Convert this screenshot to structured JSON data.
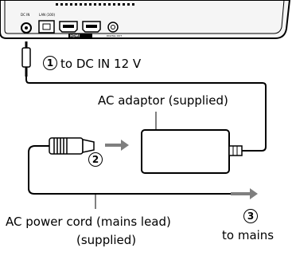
{
  "device": {
    "port_dc_label": "DC IN",
    "port_lan_label": "LAN (100)",
    "port_hdmi_label": "HDMI",
    "port_coax_label": "DIGITAL OUT"
  },
  "steps": [
    {
      "number": "1",
      "text": "to DC IN 12 V"
    },
    {
      "number": "2",
      "text": ""
    },
    {
      "number": "3",
      "text": "to mains"
    }
  ],
  "labels": {
    "adaptor": "AC adaptor (supplied)",
    "cord_line1": "AC power cord (mains lead)",
    "cord_line2": "(supplied)"
  },
  "colors": {
    "line": "#000000",
    "arrow": "#7f7f7f",
    "device_fill": "#f2f2f2"
  }
}
